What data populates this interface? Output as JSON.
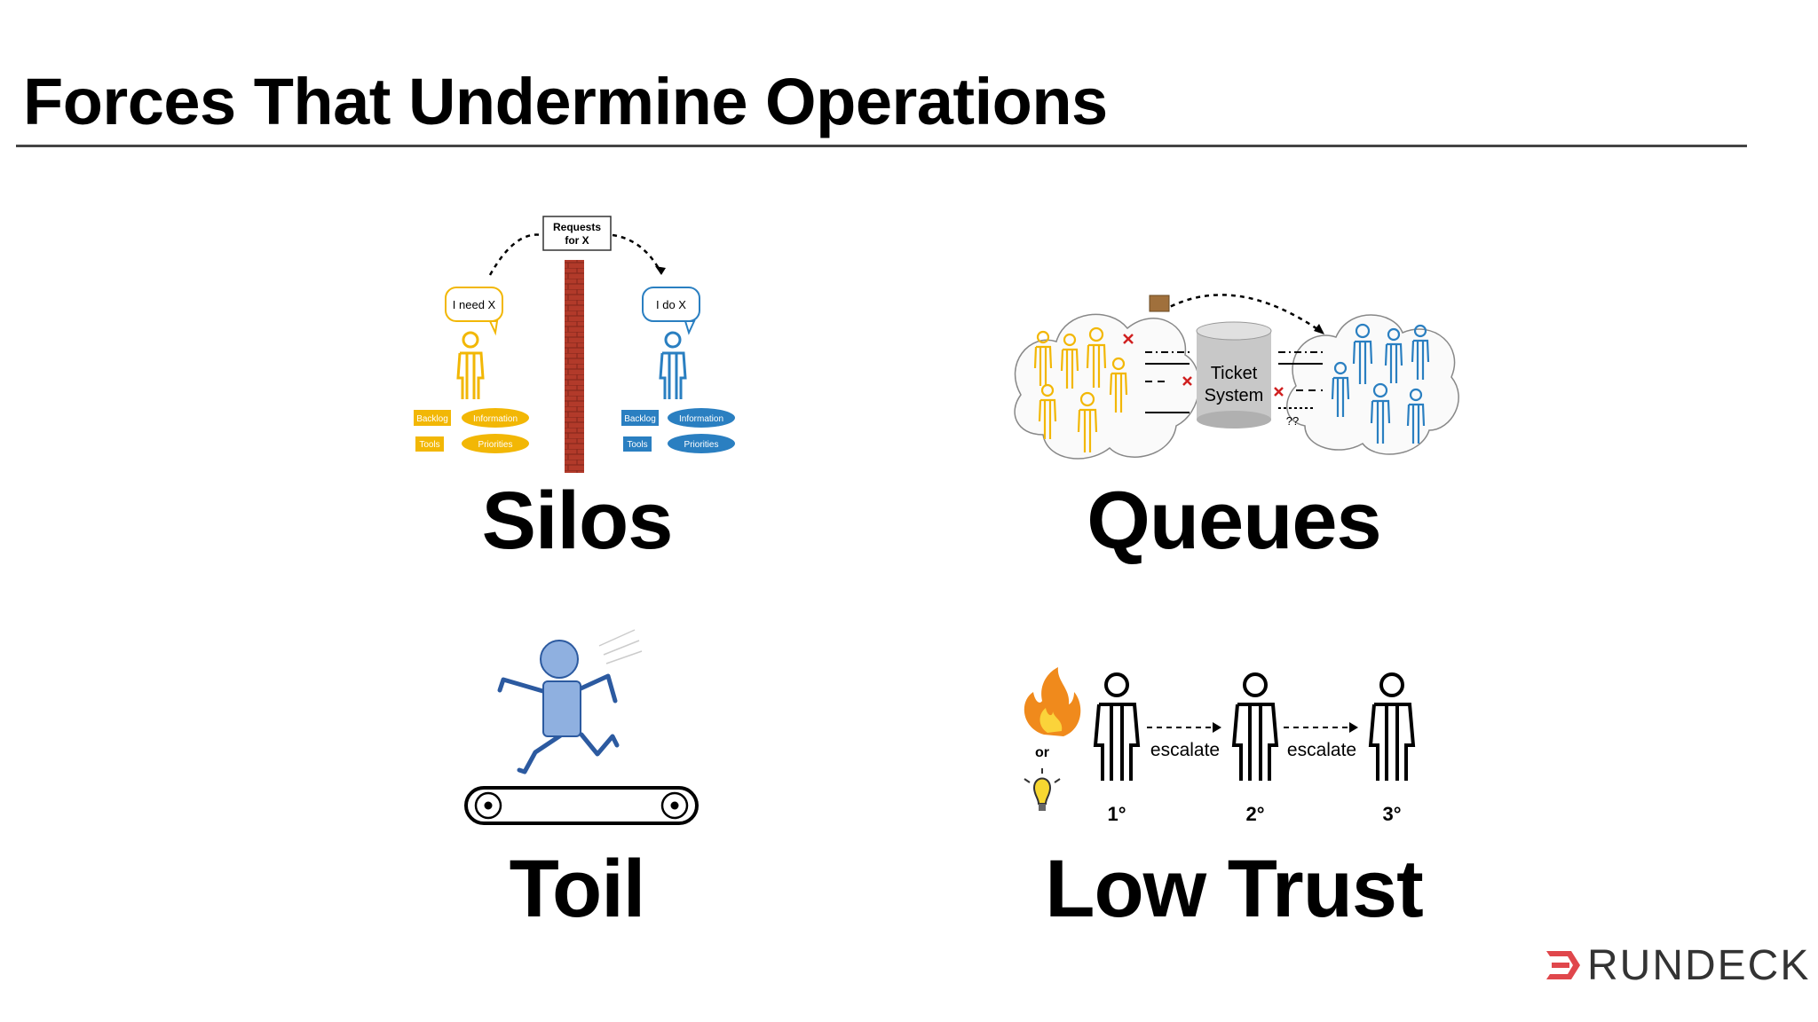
{
  "slide": {
    "title": "Forces That Undermine Operations",
    "panels": [
      {
        "id": "silos",
        "label": "Silos"
      },
      {
        "id": "queues",
        "label": "Queues"
      },
      {
        "id": "toil",
        "label": "Toil"
      },
      {
        "id": "low_trust",
        "label": "Low Trust"
      }
    ]
  },
  "silos": {
    "wall_sign": [
      "Requests",
      "for X"
    ],
    "left_bubble": "I need X",
    "right_bubble": "I do X",
    "tags": [
      "Backlog",
      "Information",
      "Tools",
      "Priorities"
    ],
    "left_color": "#f2b705",
    "right_color": "#2a7fc1",
    "wall_color": "#b23a2a"
  },
  "queues": {
    "system_label": [
      "Ticket",
      "System"
    ],
    "unknown_mark": "??"
  },
  "low_trust": {
    "or_label": "or",
    "escalate_label": "escalate",
    "levels": [
      "1°",
      "2°",
      "3°"
    ]
  },
  "logo": {
    "text": "RUNDECK",
    "color": "#e0474c"
  }
}
